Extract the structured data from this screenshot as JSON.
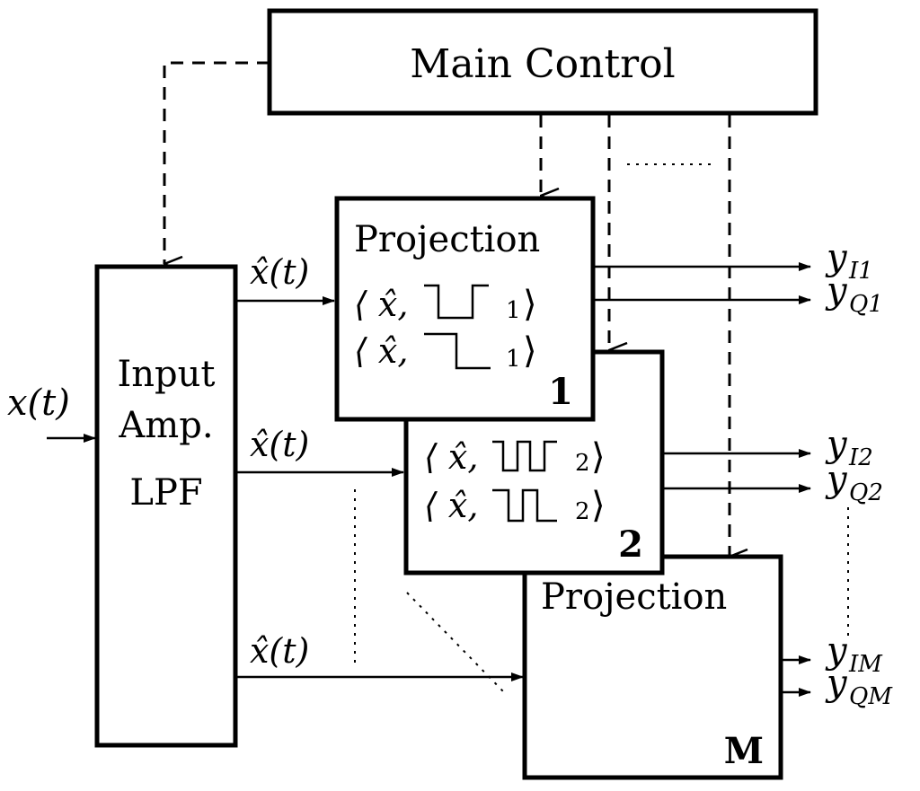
{
  "main_control": {
    "label": "Main Control"
  },
  "input_block": {
    "line1": "Input",
    "line2": "Amp.",
    "line3": "LPF"
  },
  "input_signal": {
    "label": "x(t)"
  },
  "branch_signal": {
    "label": "x̂(t)"
  },
  "projection_1": {
    "title": "Projection",
    "row1": {
      "prefix": "⟨ x̂,",
      "sub": "1",
      "suffix": "⟩"
    },
    "row2": {
      "prefix": "⟨ x̂,",
      "sub": "1",
      "suffix": "⟩"
    },
    "index": "1"
  },
  "projection_2": {
    "row1": {
      "prefix": "⟨ x̂,",
      "sub": "2",
      "suffix": "⟩"
    },
    "row2": {
      "prefix": "⟨ x̂,",
      "sub": "2",
      "suffix": "⟩"
    },
    "index": "2"
  },
  "projection_m": {
    "title": "Projection",
    "index": "M"
  },
  "outputs": {
    "yI1": {
      "base": "y",
      "sub": "I1"
    },
    "yQ1": {
      "base": "y",
      "sub": "Q1"
    },
    "yI2": {
      "base": "y",
      "sub": "I2"
    },
    "yQ2": {
      "base": "y",
      "sub": "Q2"
    },
    "yIM": {
      "base": "y",
      "sub": "IM"
    },
    "yQM": {
      "base": "y",
      "sub": "QM"
    }
  }
}
